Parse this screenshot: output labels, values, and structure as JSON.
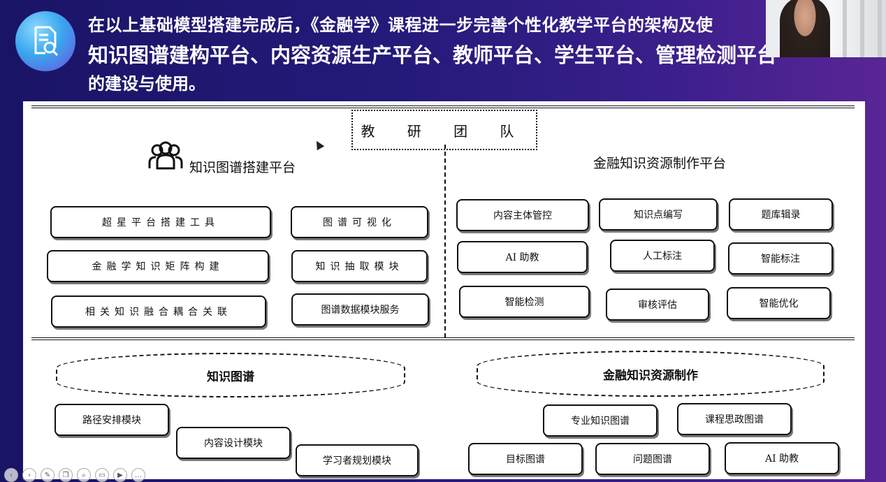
{
  "header": {
    "line1": "在以上基础模型搭建完成后，《金融学》课程进一步完善个性化教学平台的架构及使",
    "line2": "知识图谱建构平台、内容资源生产平台、教师平台、学生平台、管理检测平台",
    "line3": "的建设与使用。",
    "icon": "document-search-icon"
  },
  "diagram": {
    "team": "教 研 团 队",
    "left_platform": {
      "title": "知识图谱搭建平台",
      "icon": "people-group-icon",
      "modules": [
        "超星平台搭建工具",
        "图谱可视化",
        "金融学知识矩阵构建",
        "知识抽取模块",
        "相关知识融合耦合关联",
        "图谱数据模块服务"
      ]
    },
    "right_platform": {
      "title": "金融知识资源制作平台",
      "modules": [
        "内容主体管控",
        "知识点编写",
        "题库辑录",
        "AI 助教",
        "人工标注",
        "智能标注",
        "智能检测",
        "审核评估",
        "智能优化"
      ]
    },
    "bottom_left": {
      "title": "知识图谱",
      "modules": [
        "路径安排模块",
        "内容设计模块",
        "学习者规划模块"
      ]
    },
    "bottom_right": {
      "title": "金融知识资源制作",
      "modules": [
        "专业知识图谱",
        "课程思政图谱",
        "目标图谱",
        "问题图谱",
        "AI 助教"
      ]
    }
  },
  "toolbar": [
    "prev-icon",
    "next-icon",
    "pen-icon",
    "copy-icon",
    "zoom-icon",
    "screen-icon",
    "camera-icon",
    "more-icon"
  ],
  "colors": {
    "bg_start": "#1a1466",
    "bg_end": "#5a2597",
    "accent": "#3aa7ef"
  }
}
